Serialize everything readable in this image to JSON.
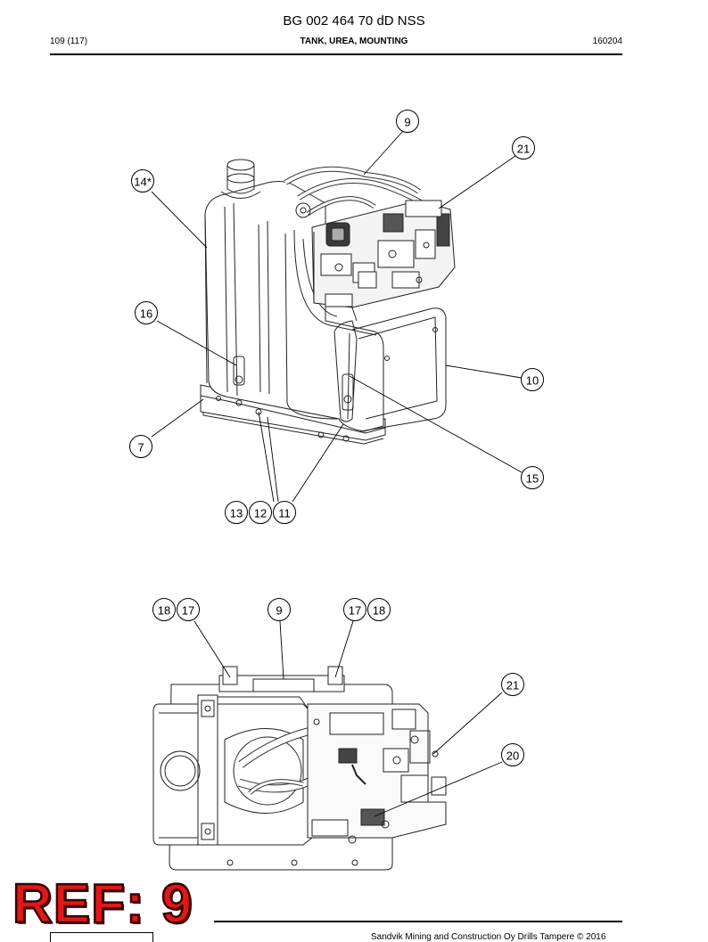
{
  "header": {
    "doc_number": "BG 002 464 70 dD NSS",
    "page": "109 (117)",
    "section_title": "TANK, UREA, MOUNTING",
    "doc_date": "160204"
  },
  "figure_top": {
    "callouts": {
      "c9": "9",
      "c21": "21",
      "c14": "14*",
      "c16": "16",
      "c10": "10",
      "c7": "7",
      "c15": "15",
      "c13": "13",
      "c12": "12",
      "c11": "11"
    }
  },
  "figure_bottom": {
    "callouts": {
      "c18a": "18",
      "c17a": "17",
      "c9": "9",
      "c17b": "17",
      "c18b": "18",
      "c21": "21",
      "c20": "20"
    }
  },
  "stamp": {
    "text": "REF: 9",
    "color": "#e01818"
  },
  "footer": {
    "copyright": "Sandvik Mining and Construction Oy Drills Tampere © 2016"
  }
}
